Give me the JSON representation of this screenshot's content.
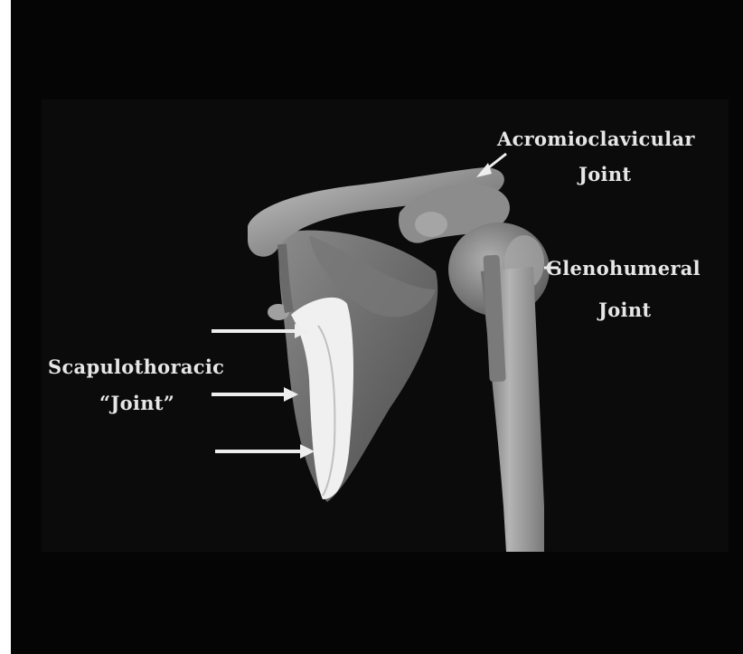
{
  "image": {
    "description_icon": "shoulder-bone-render-icon",
    "background_color": "#050505",
    "label_color": "#e6e6e6",
    "bone_color": "#9a9a9a",
    "highlight_color": "#f2f2f2"
  },
  "labels": {
    "acromioclavicular_line1": "Acromioclavicular",
    "acromioclavicular_line2": "Joint",
    "glenohumeral_line1": "Glenohumeral",
    "glenohumeral_line2": "Joint",
    "scapulothoracic_line1": "Scapulothoracic",
    "scapulothoracic_line2": "“Joint”"
  }
}
